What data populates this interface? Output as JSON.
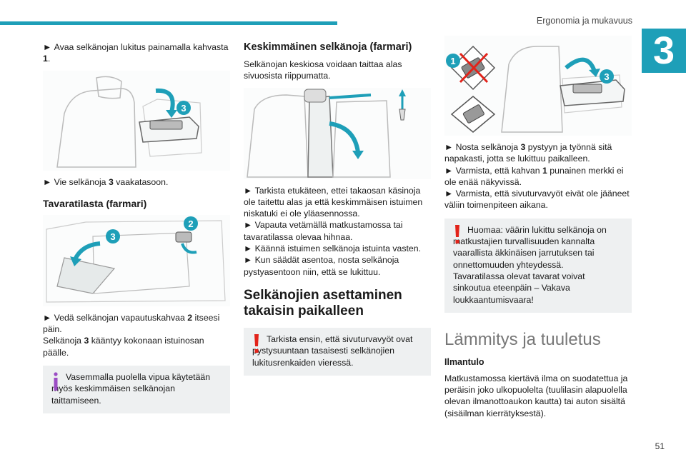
{
  "header": {
    "title": "Ergonomia ja mukavuus",
    "chapter": "3",
    "page_number": "51"
  },
  "col1": {
    "bullet1_pre": "Avaa selkänojan lukitus painamalla kahvasta",
    "bullet1_num": "1",
    "bullet1_post": ".",
    "illus1_callout": "3",
    "bullet2_pre": "Vie selkänoja",
    "bullet2_num": "3",
    "bullet2_post": "vaakatasoon.",
    "heading": "Tavaratilasta (farmari)",
    "illus2_callout_a": "3",
    "illus2_callout_b": "2",
    "bullet3_pre": "Vedä selkänojan vapautuskahvaa",
    "bullet3_num": "2",
    "bullet3_post": "itseesi päin.",
    "line4_pre": "Selkänoja",
    "line4_num": "3",
    "line4_post": "kääntyy kokonaan istuinosan päälle.",
    "note_line1": "Vasemmalla puolella vipua käytetään",
    "note_line2": "myös keskimmäisen selkänojan taittamiseen."
  },
  "col2": {
    "heading": "Keskimmäinen selkänoja (farmari)",
    "intro": "Selkänojan keskiosa voidaan taittaa alas sivuosista riippumatta.",
    "bullets": [
      "Tarkista etukäteen, ettei takaosan käsinoja ole taitettu alas ja että keskimmäisen istuimen niskatuki ei ole yläasennossa.",
      "Vapauta vetämällä matkustamossa tai tavaratilassa olevaa hihnaa.",
      "Käännä istuimen selkänoja istuinta vasten.",
      "Kun säädät asentoa, nosta selkänoja pystyasentoon niin, että se lukittuu."
    ],
    "section_heading": "Selkänojien asettaminen takaisin paikalleen",
    "warning_line1": "Tarkista ensin, että sivuturvavyöt ovat",
    "warning_line2": "pystysuuntaan tasaisesti selkänojien lukitusrenkaiden vieressä."
  },
  "col3": {
    "illus_callout_a": "1",
    "illus_callout_b": "3",
    "bullet1_pre": "Nosta selkänoja",
    "bullet1_num": "3",
    "bullet1_post": "pystyyn ja työnnä sitä napakasti, jotta se lukittuu paikalleen.",
    "bullet2_pre": "Varmista, että kahvan",
    "bullet2_num": "1",
    "bullet2_post": "punainen merkki ei ole enää näkyvissä.",
    "bullet3": "Varmista, että sivuturvavyöt eivät ole jääneet väliin toimenpiteen aikana.",
    "warning_line1": "Huomaa: väärin lukittu selkänoja on",
    "warning_line2": "matkustajien turvallisuuden kannalta vaarallista äkkinäisen jarrutuksen tai onnettomuuden yhteydessä.",
    "warning_line3": "Tavaratilassa olevat tavarat voivat sinkoutua eteenpäin – Vakava loukkaantumisvaara!",
    "section_title": "Lämmitys ja tuuletus",
    "subheading": "Ilmantulo",
    "paragraph": "Matkustamossa kiertävä ilma on suodatettua ja peräisin joko ulkopuolelta (tuulilasin alapuolella olevan ilmanottoaukon kautta) tai auton sisältä (sisäilman kierrätyksestä)."
  },
  "colors": {
    "accent": "#1e9fb8",
    "warning": "#e2231a",
    "info": "#9b4dc4",
    "note_bg": "#eef0f1"
  }
}
